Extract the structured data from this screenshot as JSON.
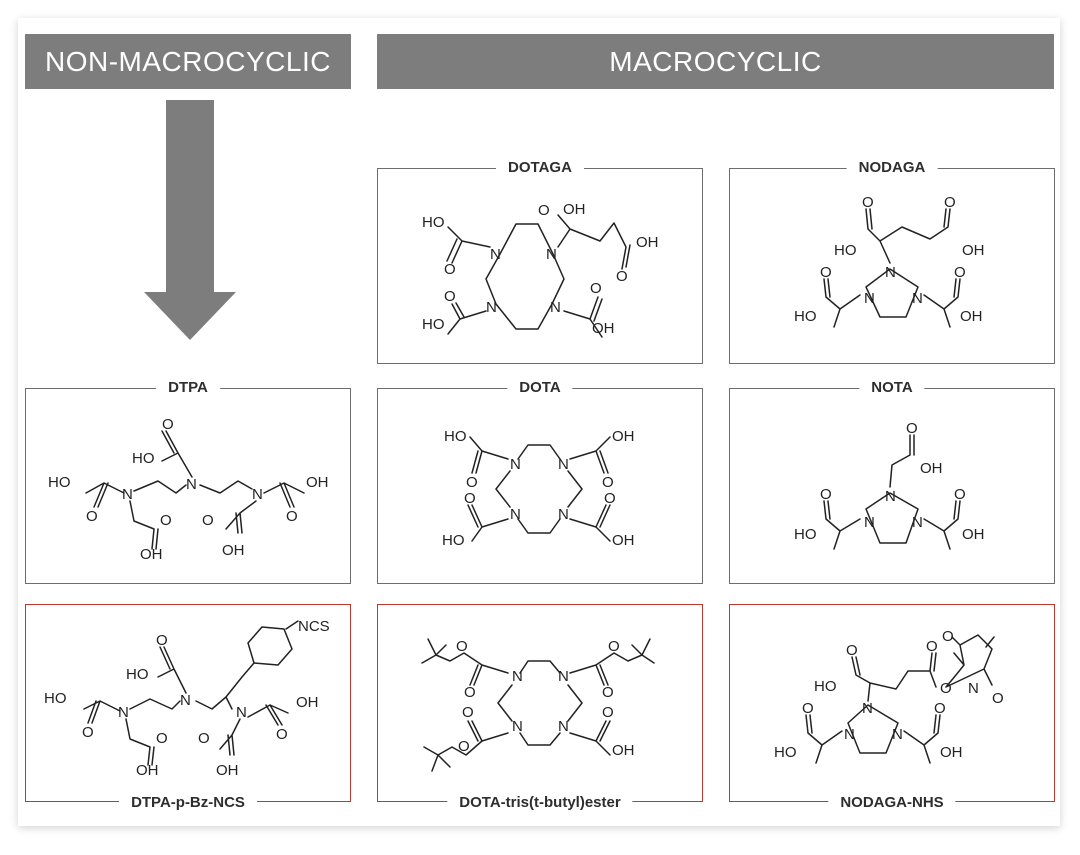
{
  "headers": {
    "non_macrocyclic": "NON-MACROCYCLIC",
    "macrocyclic": "MACROCYCLIC"
  },
  "colors": {
    "header_bg": "#7d7d7d",
    "frame": "#6c6c6c",
    "highlight": "#c0392b"
  },
  "cards": {
    "dotaga": "DOTAGA",
    "nodaga": "NODAGA",
    "dtpa": "DTPA",
    "dota": "DOTA",
    "nota": "NOTA",
    "dtpa_ncs": "DTPA-p-Bz-NCS",
    "dota_ester": "DOTA-tris(t-butyl)ester",
    "nodaga_nhs": "NODAGA-NHS"
  },
  "atoms": {
    "ho": "HO",
    "oh": "OH",
    "n": "N",
    "o": "O",
    "ncs": "NCS"
  }
}
